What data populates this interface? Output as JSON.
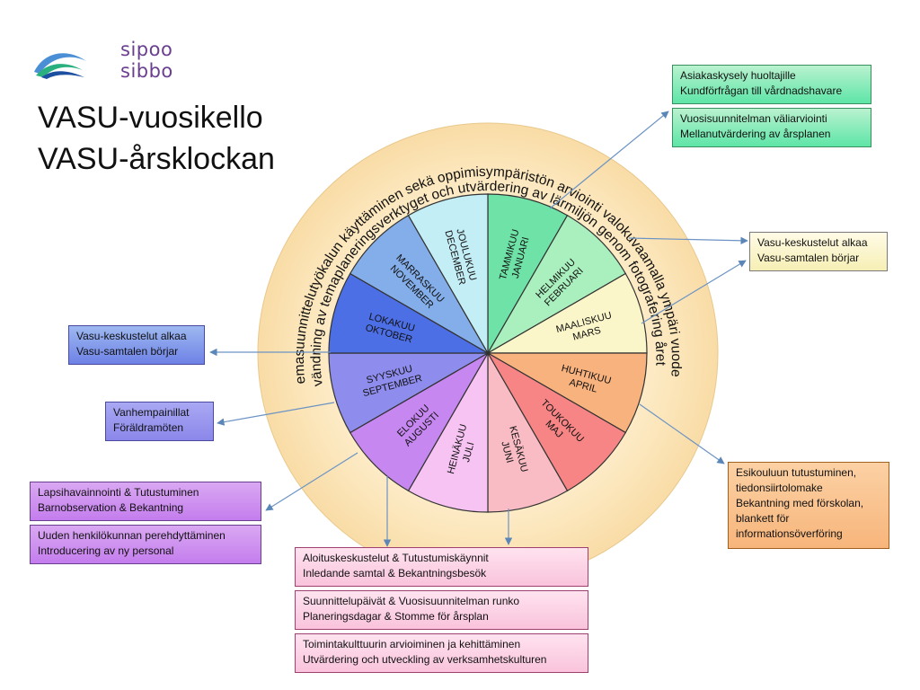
{
  "logo": {
    "line1": "sipoo",
    "line2": "sibbo"
  },
  "title": {
    "fi": "VASU-vuosikello",
    "sv": "VASU-årsklockan"
  },
  "ring_text": {
    "outer": "Teemasuunnittelutyökalun käyttäminen sekä oppimisympäristön arviointi valokuvaamalla ympäri vuoden",
    "inner": "Användning av temaplaneringsverktyget och utvärdering av lärmiljön genom fotografering året om"
  },
  "months": [
    {
      "fi": "TAMMIKUU",
      "sv": "JANUARI",
      "color": "#6fe3a7"
    },
    {
      "fi": "HELMIKUU",
      "sv": "FEBRUARI",
      "color": "#aaf0be"
    },
    {
      "fi": "MAALISKUU",
      "sv": "MARS",
      "color": "#fbf6c9"
    },
    {
      "fi": "HUHTIKUU",
      "sv": "APRIL",
      "color": "#f8b27d"
    },
    {
      "fi": "TOUKOKUU",
      "sv": "MAJ",
      "color": "#f78585"
    },
    {
      "fi": "KESÄKUU",
      "sv": "JUNI",
      "color": "#f9bcc5"
    },
    {
      "fi": "HEINÄKUU",
      "sv": "JULI",
      "color": "#f6c3f3"
    },
    {
      "fi": "ELOKUU",
      "sv": "AUGUSTI",
      "color": "#c687f0"
    },
    {
      "fi": "SYYSKUU",
      "sv": "SEPTEMBER",
      "color": "#8e8cec"
    },
    {
      "fi": "LOKAKUU",
      "sv": "OKTOBER",
      "color": "#4d6fe6"
    },
    {
      "fi": "MARRASKUU",
      "sv": "NOVEMBER",
      "color": "#84aee9"
    },
    {
      "fi": "JOULUKUU",
      "sv": "DECEMBER",
      "color": "#c4eef5"
    }
  ],
  "boxes": {
    "survey": {
      "fi": "Asiakaskysely huoltajille",
      "sv": "Kundförfrågan till vårdnadshavare"
    },
    "midterm": {
      "fi": "Vuosisuunnitelman väliarviointi",
      "sv": "Mellanutvärdering av årsplanen"
    },
    "vasu_right": {
      "fi": "Vasu-keskustelut alkaa",
      "sv": "Vasu-samtalen börjar"
    },
    "vasu_left": {
      "fi": "Vasu-keskustelut alkaa",
      "sv": "Vasu-samtalen börjar"
    },
    "parents": {
      "fi": "Vanhempainillat",
      "sv": "Föräldramöten"
    },
    "observation": {
      "fi": "Lapsihavainnointi & Tutustuminen",
      "sv": "Barnobservation & Bekantning"
    },
    "orientation": {
      "fi": "Uuden henkilökunnan perehdyttäminen",
      "sv": "Introducering av ny personal"
    },
    "start": {
      "fi": "Aloituskeskustelut & Tutustumiskäynnit",
      "sv": "Inledande samtal & Bekantningsbesök"
    },
    "planning": {
      "fi": "Suunnittelupäivät & Vuosisuunnitelman runko",
      "sv": "Planeringsdagar & Stomme för årsplan"
    },
    "culture": {
      "fi": "Toimintakulttuurin arvioiminen ja kehittäminen",
      "sv": "Utvärdering och utveckling av verksamhetskulturen"
    },
    "preschool": {
      "lines": [
        "Esikouluun tutustuminen,",
        "tiedonsiirtolomake",
        "Bekantning med förskolan,",
        "blankett för",
        "informationsöverföring"
      ]
    }
  }
}
